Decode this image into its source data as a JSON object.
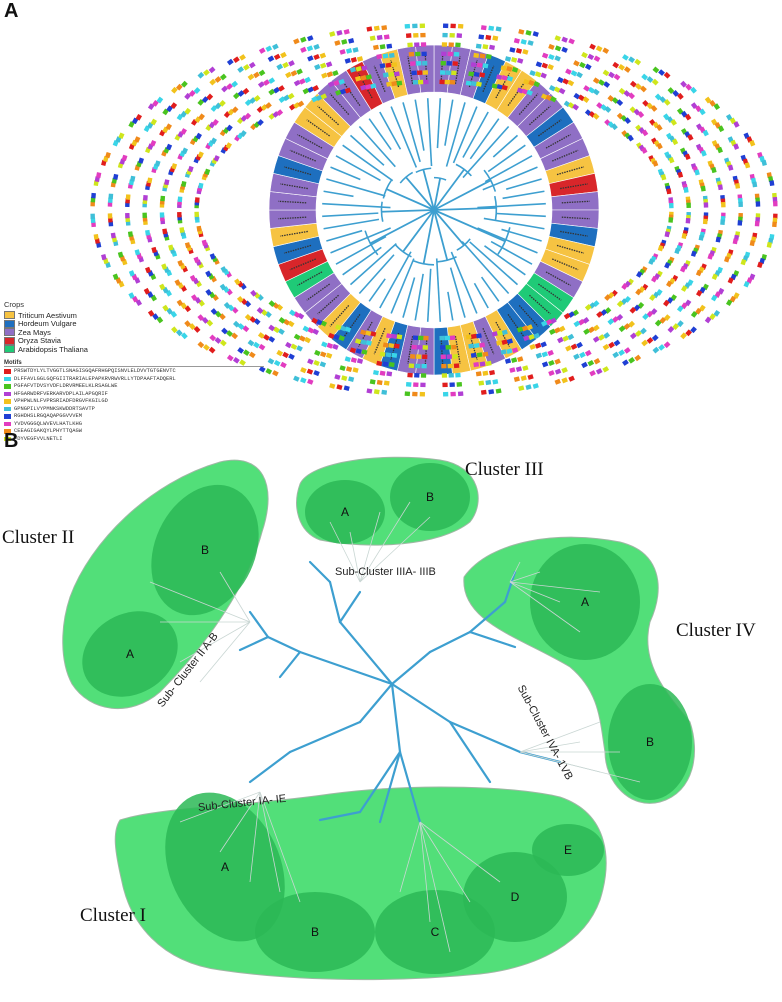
{
  "panel_a": {
    "label": "A",
    "legend": {
      "crops_title": "Crops",
      "crops": [
        {
          "name": "Triticum Aestivum",
          "color": "#f6c342"
        },
        {
          "name": "Hordeum Vulgare",
          "color": "#1e6fbf"
        },
        {
          "name": "Zea Mays",
          "color": "#8f6fc5"
        },
        {
          "name": "Oryza Stavia",
          "color": "#d8262a"
        },
        {
          "name": "Arabidopsis Thaliana",
          "color": "#1fca77"
        }
      ],
      "motifs_title": "Motifs",
      "motifs": [
        {
          "seq": "PRSWTDYLYLTVGGTLSNAGISGQAFRHGPQISNVLELDVVTGTGENVTC",
          "color": "#e11d1d"
        },
        {
          "seq": "DLFFAVLGGLGQFGIITRARIALEPAPKRVRWVRLLYTDPAAFTADQERL",
          "color": "#39d5e8"
        },
        {
          "seq": "PGFAFVTDVSYVDFLDRVRMEELKLRSAGLWE",
          "color": "#49c41f"
        },
        {
          "seq": "HFGARWDRFVERKARVDPLAILAPGQRIF",
          "color": "#b13fd4"
        },
        {
          "seq": "VPHPWLNLFVPRSRIADFDRGVFKGILGD",
          "color": "#f2c21c"
        },
        {
          "seq": "GPNGPILVYPMNKSKWDDRTSAVTP",
          "color": "#3fbfd8"
        },
        {
          "seq": "RGHDHSLRGQAQAPGGVVVEM",
          "color": "#1f3fd4"
        },
        {
          "seq": "YVDVGGGQLWVEVLHATLKHG",
          "color": "#e23cc0"
        },
        {
          "seq": "CEEAGIGAKQYLPHYTTQAGW",
          "color": "#f08a1a"
        },
        {
          "seq": "FDYVEGFVVLNETLI",
          "color": "#cfe61c"
        }
      ]
    }
  },
  "panel_b": {
    "label": "B",
    "clusters": {
      "c1": "Cluster I",
      "c2": "Cluster II",
      "c3": "Cluster III",
      "c4": "Cluster IV"
    },
    "subclusters": {
      "s1": "Sub-Cluster IA- IE",
      "s2": "Sub- Cluster II A-B",
      "s3": "Sub-Cluster IIIA- IIIB",
      "s4": "Sub-Cluster IVA- 1VB"
    },
    "ovals": [
      "A",
      "B",
      "C",
      "D",
      "E"
    ]
  }
}
